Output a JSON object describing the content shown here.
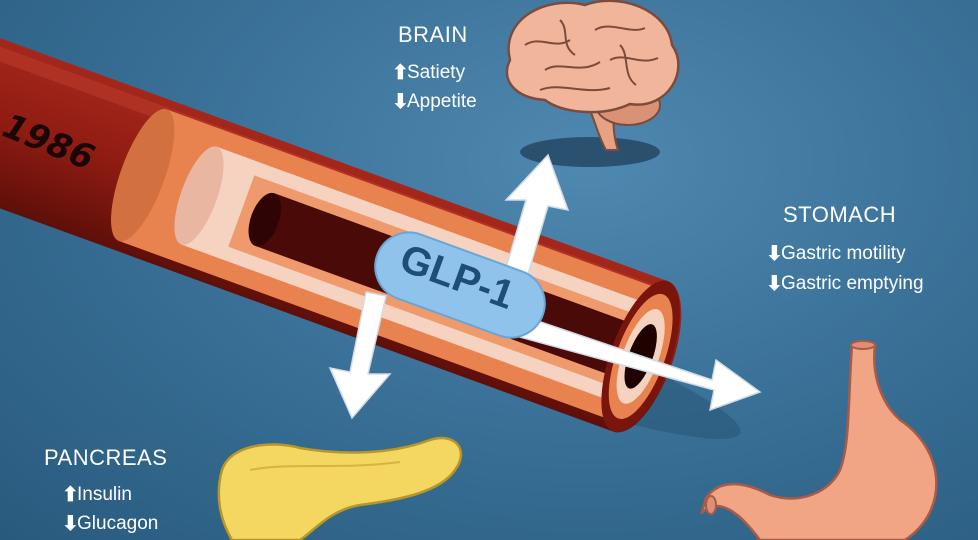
{
  "year_label": "1986",
  "center_label": "GLP-1",
  "organs": {
    "brain": {
      "title": "BRAIN",
      "effects": [
        {
          "direction": "up",
          "glyph": "⬆",
          "text": "Satiety"
        },
        {
          "direction": "down",
          "glyph": "⬇",
          "text": "Appetite"
        }
      ]
    },
    "stomach": {
      "title": "STOMACH",
      "effects": [
        {
          "direction": "down",
          "glyph": "⬇",
          "text": "Gastric motility"
        },
        {
          "direction": "down",
          "glyph": "⬇",
          "text": "Gastric emptying"
        }
      ]
    },
    "pancreas": {
      "title": "PANCREAS",
      "effects": [
        {
          "direction": "up",
          "glyph": "⬆",
          "text": "Insulin"
        },
        {
          "direction": "down",
          "glyph": "⬇",
          "text": "Glucagon"
        }
      ]
    }
  },
  "colors": {
    "background": "#3b7299",
    "vessel_outer": "#8e1b12",
    "vessel_wall": "#e8834f",
    "vessel_inner": "#f6d2c0",
    "lumen": "#4a0a08",
    "glp_pill": "#8fc3ec",
    "arrow": "#ffffff",
    "pancreas": "#f3d760",
    "stomach": "#f2a585",
    "brain": "#f0b59a"
  }
}
